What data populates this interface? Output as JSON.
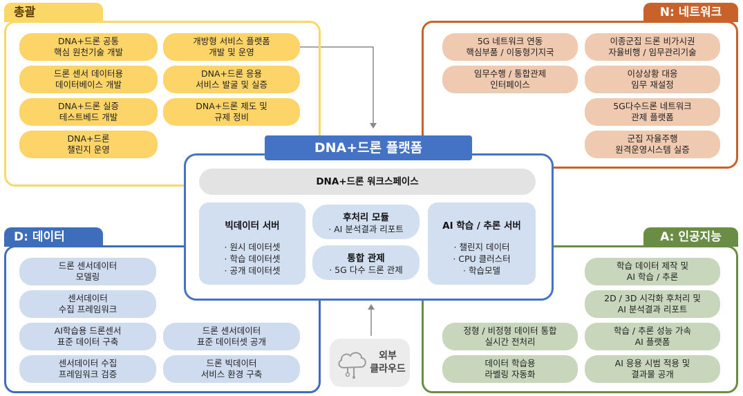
{
  "overview": {
    "label": "총괄",
    "items": [
      "DNA+드론 공통\n핵심 원천기술 개발",
      "드론 센서 데이터용\n데이터베이스 개발",
      "DNA+드론 실증\n테스트베드 개발",
      "DNA+드론\n챌린지 운영",
      "개방형 서비스 플랫폼\n개발 및 운영",
      "DNA+드론 응용\n서비스 발굴 및 실증",
      "DNA+드론 제도 및\n규제 정비"
    ]
  },
  "network": {
    "label": "N: 네트워크",
    "items": [
      "5G 네트워크 연동\n핵심부품 / 이동형기지국",
      "임무수행 / 통합관제\n인터페이스",
      "이종군집 드론 비가시권\n자율비행 / 임무관리기술",
      "이상상황 대응\n임무 재설정",
      "5G다수드론 네트워크\n관제 플랫폼",
      "군집 자율주행\n원격운영시스템 실증"
    ]
  },
  "platform": {
    "title": "DNA+드론 플랫폼",
    "workspace": "DNA+드론 워크스페이스",
    "bigdata": {
      "title": "빅데이터 서버",
      "lines": [
        "· 원시 데이터셋",
        "· 학습 데이터셋",
        "· 공개 데이터셋"
      ]
    },
    "postproc": {
      "title": "후처리 모듈",
      "line": "· AI 분석결과 리포트"
    },
    "control": {
      "title": "통합 관제",
      "line": "· 5G 다수 드론 관제"
    },
    "ai_server": {
      "title": "AI 학습 / 추론 서버",
      "lines": [
        "· 챌린지 데이터",
        "· CPU 클러스터",
        "· 학습모델"
      ]
    }
  },
  "data": {
    "label": "D: 데이터",
    "items": [
      "드론 센서데이터\n모델링",
      "센서데이터\n수집 프레임워크",
      "AI학습용 드론센서\n표준 데이터 구축",
      "센서데이터 수집\n프레임워크 검증",
      "드론 센서데이터\n표준 데이터셋 공개",
      "드론 빅데이터\n서비스 환경 구축"
    ]
  },
  "ai": {
    "label": "A: 인공지능",
    "items": [
      "학습 데이터 제작 및\nAI 학습 / 추론",
      "2D / 3D 시각화 후처리 및\nAI 분석결과 리포트",
      "정형 / 비정형 데이터 통합\n실시간 전처리",
      "학습 / 추론 성능 가속\nAI 플랫폼",
      "데이터 학습용\n라벨링 자동화",
      "AI 응용 시범 적용 및\n결과물 공개"
    ]
  },
  "external_cloud": "외부\n클라우드",
  "colors": {
    "overview": "#fbd768",
    "network": "#c8622a",
    "data": "#3d6dbb",
    "ai": "#6a8d45",
    "platform": "#4472c4"
  }
}
